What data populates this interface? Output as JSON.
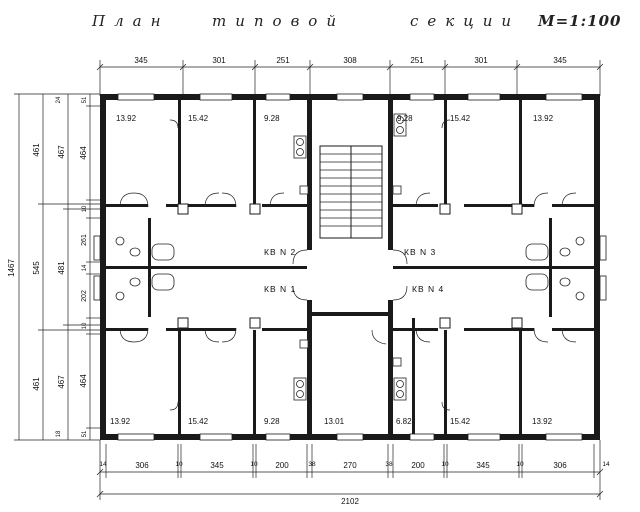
{
  "title": {
    "words": [
      "План",
      "типовой",
      "секции"
    ],
    "scale": "М=1:100"
  },
  "dimensions": {
    "top": [
      "345",
      "301",
      "251",
      "308",
      "251",
      "301",
      "345"
    ],
    "bottom_segments": [
      "14",
      "306",
      "10",
      "345",
      "10",
      "200",
      "38",
      "270",
      "38",
      "200",
      "10",
      "345",
      "10",
      "306",
      "14"
    ],
    "bottom_total": "2102",
    "left_overall": "1467",
    "left_level1": [
      "461",
      "545",
      "461"
    ],
    "left_level2": [
      "467",
      "481",
      "467"
    ],
    "left_level3": [
      "51",
      "24",
      "464",
      "10",
      "261",
      "14",
      "202",
      "10",
      "464",
      "18",
      "51"
    ]
  },
  "rooms": {
    "top_row": [
      "13.92",
      "15.42",
      "9.28",
      "9.28",
      "15.42",
      "13.92"
    ],
    "bottom_row": [
      "13.92",
      "15.42",
      "9.28",
      "13.01",
      "6.82",
      "15.42",
      "13.92"
    ]
  },
  "apartments": [
    "КВ N 2",
    "КВ N 3",
    "КВ N 1",
    "КВ N 4"
  ]
}
